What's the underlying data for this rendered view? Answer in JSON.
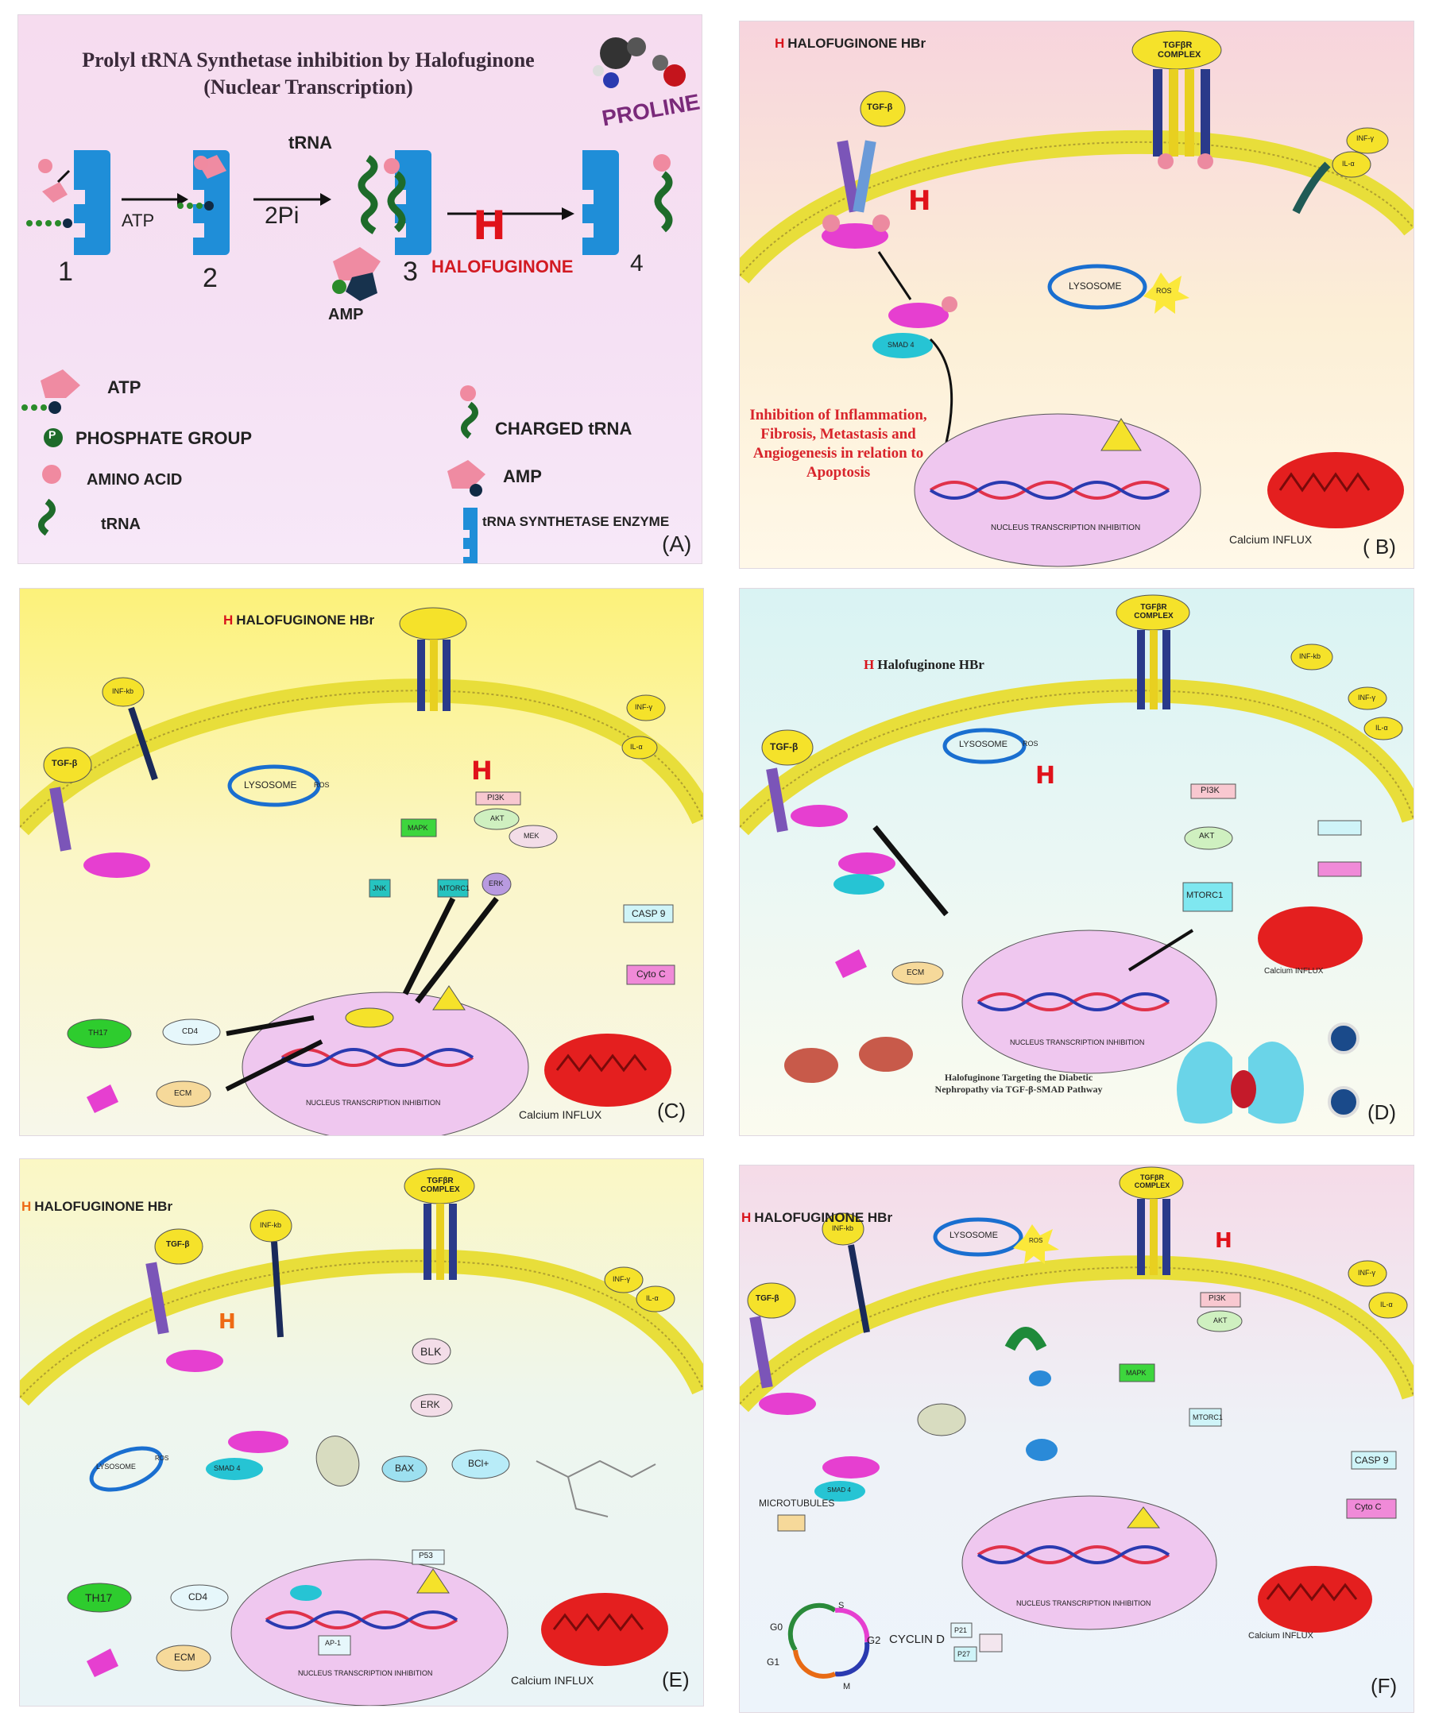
{
  "colors": {
    "membrane": "#e8de3a",
    "halofuginone_red": "#e0121a",
    "receptor_purple": "#7b55b8",
    "smad_magenta": "#e63fd0",
    "nucleus_pink": "#efc7ef",
    "mitochondria_red": "#e41f1f",
    "trna_green": "#1e6b2a",
    "enzyme_blue": "#1f8ed8"
  },
  "panel_a": {
    "title_line1": "Prolyl tRNA Synthetase inhibition by Halofuginone",
    "title_line2": "(Nuclear Transcription)",
    "proline": "PROLINE",
    "trna": "tRNA",
    "atp_step": "ATP",
    "pi_step": "2Pi",
    "amp": "AMP",
    "halofuginone": "HALOFUGINONE",
    "h": "H",
    "step1": "1",
    "step2": "2",
    "step3": "3",
    "step4": "4",
    "legend_atp": "ATP",
    "legend_phosphate": "PHOSPHATE GROUP",
    "legend_p": "P",
    "legend_amino": "AMINO ACID",
    "legend_trna": "tRNA",
    "legend_charged": "CHARGED tRNA",
    "legend_amp": "AMP",
    "legend_synthetase": "tRNA SYNTHETASE ENZYME",
    "letter": "(A)"
  },
  "panel_b": {
    "hbr": "HALOFUGINONE HBr",
    "h": "H",
    "tgfb": "TGF-β",
    "tgfbr_complex": "TGFβR COMPLEX",
    "inf": "INF-γ",
    "il": "IL-α",
    "lysosome": "LYSOSOME",
    "ros": "ROS",
    "smad4": "SMAD 4",
    "caption": "Inhibition of Inflammation, Fibrosis, Metastasis and Angiogenesis in relation to Apoptosis",
    "nucleus": "NUCLEUS TRANSCRIPTION INHIBITION",
    "calcium": "Calcium INFLUX",
    "letter": "( B)"
  },
  "panel_c": {
    "hbr": "HALOFUGINONE HBr",
    "h": "H",
    "tgfb": "TGF-β",
    "nfkb": "INF-kb",
    "inf": "INF-γ",
    "il": "IL-α",
    "lysosome": "LYSOSOME",
    "ros": "ROS",
    "pi3k": "PI3K",
    "akt": "AKT",
    "mek": "MEK",
    "erk": "ERK",
    "mapk": "MAPK",
    "jnk": "JNK",
    "mtorc": "MTORC1",
    "casp9": "CASP 9",
    "cytoc": "Cyto C",
    "th17": "TH17",
    "cd4": "CD4",
    "ecm": "ECM",
    "nucleus": "NUCLEUS TRANSCRIPTION INHIBITION",
    "calcium": "Calcium INFLUX",
    "letter": "(C)"
  },
  "panel_d": {
    "hbr": "Halofuginone HBr",
    "h": "H",
    "tgfb": "TGF-β",
    "nfkb": "INF-kb",
    "inf": "INF-γ",
    "il": "IL-α",
    "lysosome": "LYSOSOME",
    "ros": "ROS",
    "tgfbr_complex": "TGFβR COMPLEX",
    "pi3k": "PI3K",
    "akt": "AKT",
    "mtorc": "MTORC1",
    "ecm": "ECM",
    "nucleus": "NUCLEUS TRANSCRIPTION INHIBITION",
    "caption": "Halofuginone Targeting the Diabetic Nephropathy via TGF-β-SMAD Pathway",
    "calcium": "Calcium INFLUX",
    "letter": "(D)"
  },
  "panel_e": {
    "hbr": "HALOFUGINONE HBr",
    "h": "H",
    "tgfb": "TGF-β",
    "nfkb": "INF-kb",
    "inf": "INF-γ",
    "il": "IL-α",
    "tgfbr_complex": "TGFβR COMPLEX",
    "lysosome": "LYSOSOME",
    "ros": "ROS",
    "smad4": "SMAD 4",
    "blk": "BLK",
    "erk": "ERK",
    "bax": "BAX",
    "bcl": "BCl+",
    "th17": "TH17",
    "cd4": "CD4",
    "ecm": "ECM",
    "p53": "P53",
    "ap1": "AP-1",
    "nucleus": "NUCLEUS TRANSCRIPTION INHIBITION",
    "calcium": "Calcium INFLUX",
    "letter": "(E)"
  },
  "panel_f": {
    "hbr": "HALOFUGINONE HBr",
    "h": "H",
    "tgfb": "TGF-β",
    "nfkb": "INF-kb",
    "inf": "INF-γ",
    "il": "IL-α",
    "tgfbr_complex": "TGFβR COMPLEX",
    "lysosome": "LYSOSOME",
    "ros": "ROS",
    "pi3k": "PI3K",
    "akt": "AKT",
    "mapk": "MAPK",
    "mtorc": "MTORC1",
    "smad4": "SMAD 4",
    "casp9": "CASP 9",
    "cytoc": "Cyto C",
    "microtubules": "MICROTUBULES",
    "g0": "G0",
    "g1": "G1",
    "g2": "G2",
    "s": "S",
    "m": "M",
    "cyclin": "CYCLIN D",
    "p21": "P21",
    "p27": "P27",
    "nucleus": "NUCLEUS TRANSCRIPTION INHIBITION",
    "calcium": "Calcium INFLUX",
    "letter": "(F)"
  }
}
